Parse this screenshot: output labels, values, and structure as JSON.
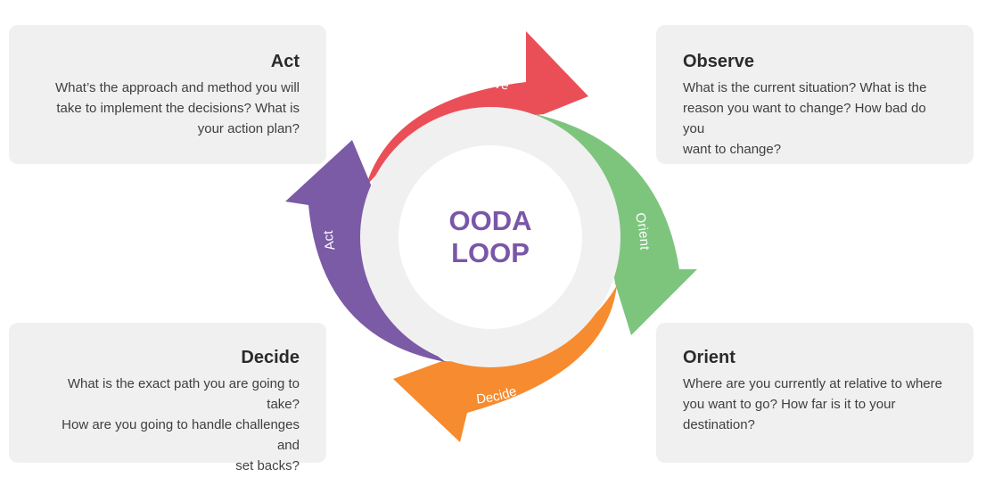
{
  "cards": {
    "act": {
      "title": "Act",
      "lines": [
        "What’s the approach and method you will",
        "take to implement the decisions? What is",
        "your action plan?"
      ]
    },
    "observe": {
      "title": "Observe",
      "lines": [
        "What is the current situation? What is the",
        "reason you want to change? How bad do you",
        "want to change?"
      ]
    },
    "decide": {
      "title": "Decide",
      "lines": [
        "What is the exact path you are going to take?",
        "How are you going to handle challenges and",
        "set backs?"
      ]
    },
    "orient": {
      "title": "Orient",
      "lines": [
        "Where are you currently at relative to where",
        "you want to go? How far is it to your",
        "destination?"
      ]
    }
  },
  "cycle": {
    "center_line1": "OODA",
    "center_line2": "LOOP",
    "arrows": {
      "observe": {
        "label": "Observe",
        "color": "#ea4f57"
      },
      "orient": {
        "label": "Orient",
        "color": "#7dc57d"
      },
      "decide": {
        "label": "Decide",
        "color": "#f68b2f"
      },
      "act": {
        "label": "Act",
        "color": "#7b5aa6"
      }
    },
    "ring_color": "#f0f0f0",
    "center_text_color": "#7a56a8"
  }
}
